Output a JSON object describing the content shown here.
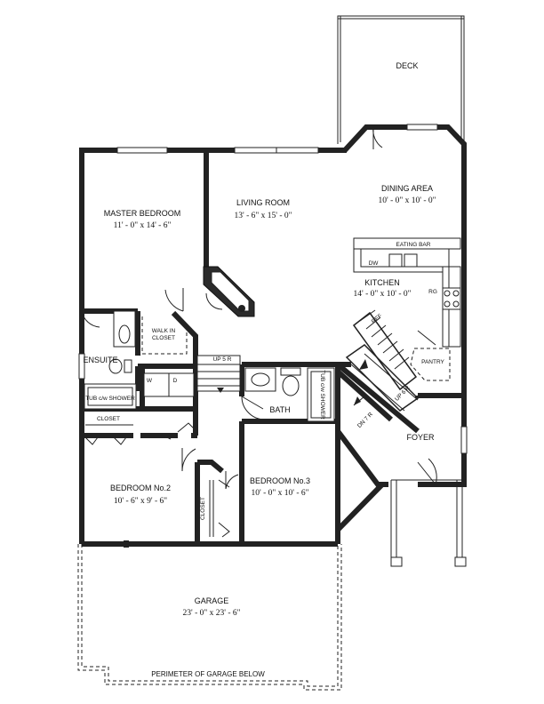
{
  "rooms": {
    "deck": {
      "name": "DECK"
    },
    "dining": {
      "name": "DINING AREA",
      "size": "10' - 0\" x 10' - 0\""
    },
    "living": {
      "name": "LIVING ROOM",
      "size": "13' - 6\" x 15' - 0\""
    },
    "master": {
      "name": "MASTER BEDROOM",
      "size": "11' - 0\" x 14' - 6\""
    },
    "kitchen": {
      "name": "KITCHEN",
      "size": "14' - 0\" x 10' - 0\""
    },
    "ensuite": {
      "name": "ENSUITE"
    },
    "walkin": {
      "line1": "WALK IN",
      "line2": "CLOSET"
    },
    "bath": {
      "name": "BATH"
    },
    "foyer": {
      "name": "FOYER"
    },
    "pantry": {
      "name": "PANTRY"
    },
    "bedroom2": {
      "name": "BEDROOM No.2",
      "size": "10' - 6\" x 9' - 6\""
    },
    "bedroom3": {
      "name": "BEDROOM No.3",
      "size": "10' - 0\" x 10' - 6\""
    },
    "garage": {
      "name": "GARAGE",
      "size": "23' - 0\" x 23' - 6\"",
      "perimeter": "PERIMETER OF GARAGE BELOW"
    }
  },
  "fixtures": {
    "eating_bar": "EATING BAR",
    "dw": "DW",
    "rg": "RG",
    "ref": "REF",
    "tub_ensuite": "TUB c/w SHOWER",
    "tub_bath": "TUB c/w SHOWER",
    "closet_ensuite": "CLOSET",
    "closet_bed3": "CLOSET",
    "washer": "W",
    "dryer": "D"
  },
  "stairs": {
    "up_hall": "UP 5 R",
    "up_foyer": "UP 6 R",
    "dn": "DN 7 R"
  }
}
